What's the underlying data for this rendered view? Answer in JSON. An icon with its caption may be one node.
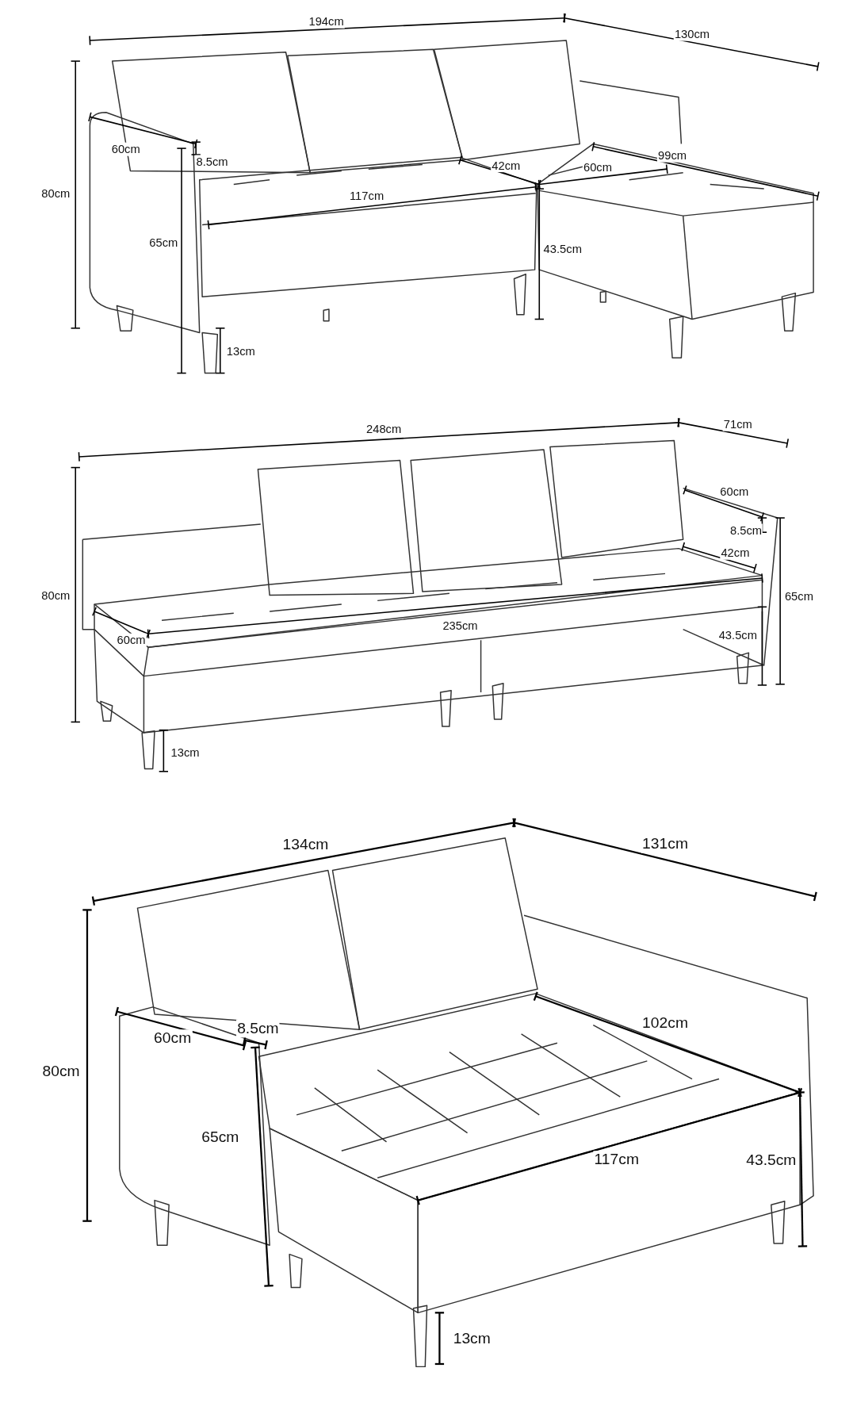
{
  "diagram": {
    "labels": [
      "194cm",
      "130cm",
      "60cm",
      "8.5cm",
      "80cm",
      "42cm",
      "60cm",
      "99cm",
      "117cm",
      "65cm",
      "43.5cm",
      "13cm",
      "248cm",
      "71cm",
      "60cm",
      "8.5cm",
      "42cm",
      "80cm",
      "65cm",
      "60cm",
      "235cm",
      "43.5cm",
      "13cm",
      "134cm",
      "131cm",
      "8.5cm",
      "60cm",
      "102cm",
      "80cm",
      "65cm",
      "117cm",
      "43.5cm",
      "13cm"
    ]
  }
}
